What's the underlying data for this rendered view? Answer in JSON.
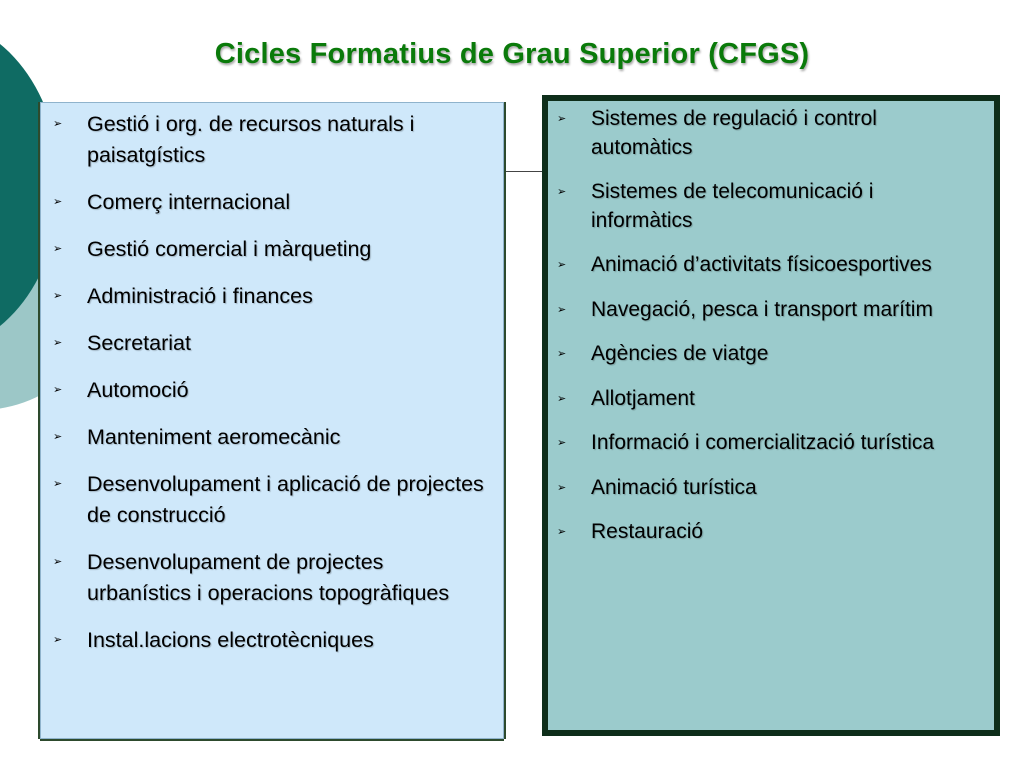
{
  "slide": {
    "title": "Cicles Formatius de Grau Superior (CFGS)",
    "bullet_icon": "arrowhead-bullet",
    "colors": {
      "title": "#0a7a0a",
      "left_box": "#cfe8fa",
      "right_box": "#9bcbcc",
      "right_border": "#0e2e1a",
      "deco_dark": "#0f6b63",
      "deco_light": "#9cc7c7"
    },
    "left_list": [
      "Gestió i org. de recursos naturals i paisatgístics",
      "Comerç internacional",
      "Gestió comercial i màrqueting",
      "Administració i finances",
      "Secretariat",
      "Automoció",
      "Manteniment aeromecànic",
      "Desenvolupament i aplicació de projectes de construcció",
      "Desenvolupament de projectes urbanístics i operacions topogràfiques",
      "Instal.lacions electrotècniques"
    ],
    "right_list": [
      "Sistemes de regulació i control automàtics",
      "Sistemes de telecomunicació i informàtics",
      "Animació d’activitats físicoesportives",
      "Navegació, pesca i transport marítim",
      "Agències de viatge",
      "Allotjament",
      "Informació i comercialització turística",
      "Animació turística",
      "Restauració"
    ]
  }
}
